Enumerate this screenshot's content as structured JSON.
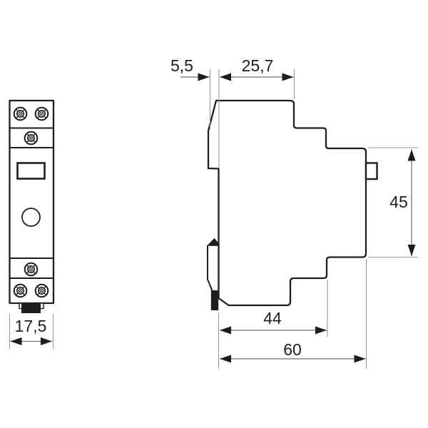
{
  "drawing": {
    "labels": {
      "rail_offset": "5,5",
      "upper_depth": "25,7",
      "height": "45",
      "lower_depth": "44",
      "total_depth": "60",
      "module_width": "17,5"
    },
    "colors": {
      "ink": "#1d1d1b",
      "dimension_line": "#6f6f6f",
      "extension_line": "#9a9a9a",
      "background": "#ffffff"
    }
  }
}
